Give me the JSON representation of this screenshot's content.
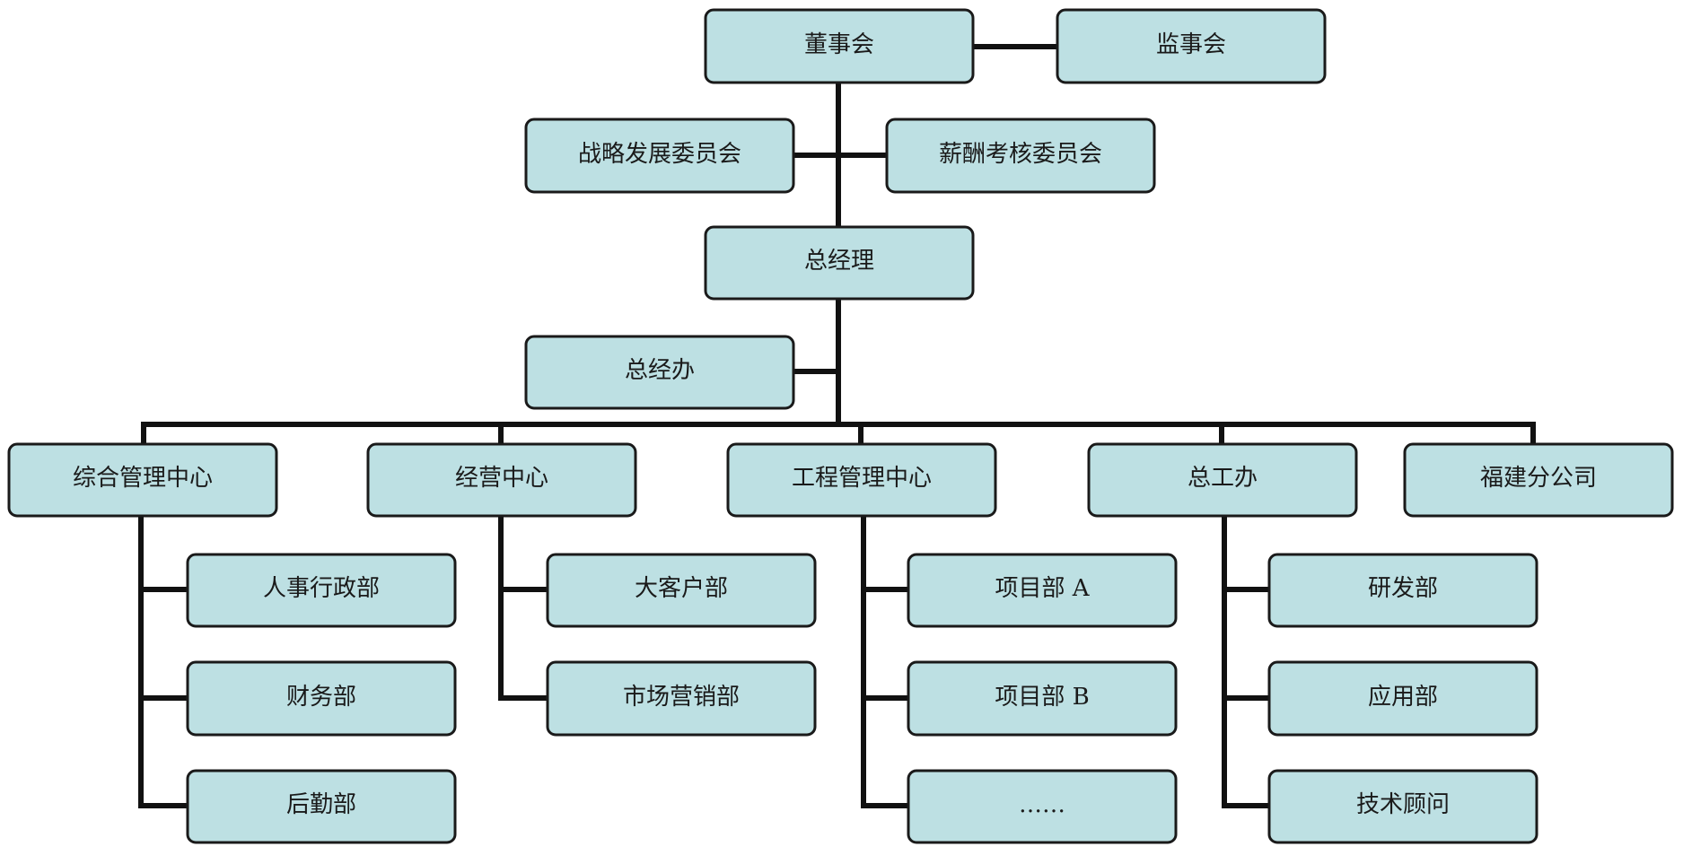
{
  "style": {
    "box_fill": "#bde0e3",
    "box_stroke": "#1a1a1a",
    "line_color": "#111111"
  },
  "nodes": {
    "board": "董事会",
    "supervisors": "监事会",
    "strategy_committee": "战略发展委员会",
    "compensation_committee": "薪酬考核委员会",
    "general_manager": "总经理",
    "gm_office": "总经办",
    "admin_center": "综合管理中心",
    "business_center": "经营中心",
    "engineering_center": "工程管理中心",
    "chief_engineer_office": "总工办",
    "fujian_branch": "福建分公司",
    "hr_admin": "人事行政部",
    "finance": "财务部",
    "logistics": "后勤部",
    "key_accounts": "大客户部",
    "marketing": "市场营销部",
    "project_a": "项目部 A",
    "project_b": "项目部 B",
    "project_more": "……",
    "rnd": "研发部",
    "application": "应用部",
    "tech_consultant": "技术顾问"
  }
}
